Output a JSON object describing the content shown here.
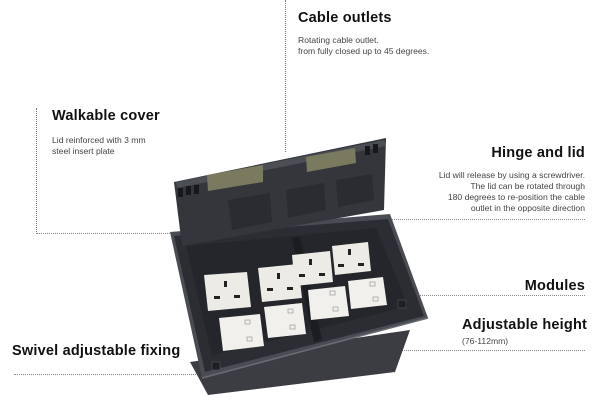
{
  "callouts": {
    "cable_outlets": {
      "title": "Cable outlets",
      "lines": [
        "Rotating cable outlet.",
        "from fully closed up to 45 degrees."
      ]
    },
    "walkable_cover": {
      "title": "Walkable cover",
      "lines": [
        "Lid reinforced with 3 mm",
        "steel insert plate"
      ]
    },
    "hinge_and_lid": {
      "title": "Hinge and lid",
      "lines": [
        "Lid will release by using a screwdriver.",
        "The lid can be rotated through",
        "180 degrees to re-position the cable",
        "outlet in the opposite direction"
      ]
    },
    "modules": {
      "title": "Modules"
    },
    "adjustable_height": {
      "title": "Adjustable height",
      "subtitle": "(76-112mm)"
    },
    "swivel_fixing": {
      "title": "Swivel adjustable fixing"
    }
  },
  "product": {
    "name": "floor-box",
    "modules": [
      {
        "type": "uk-socket"
      },
      {
        "type": "uk-socket"
      },
      {
        "type": "uk-socket"
      },
      {
        "type": "uk-socket"
      },
      {
        "type": "data-plate"
      },
      {
        "type": "data-plate"
      },
      {
        "type": "data-plate"
      },
      {
        "type": "data-plate"
      }
    ],
    "colors": {
      "body": "#3a3c42",
      "lid": "#2f3137",
      "lid_window": "#7a7a5e",
      "socket_face": "#ecebe6"
    }
  }
}
